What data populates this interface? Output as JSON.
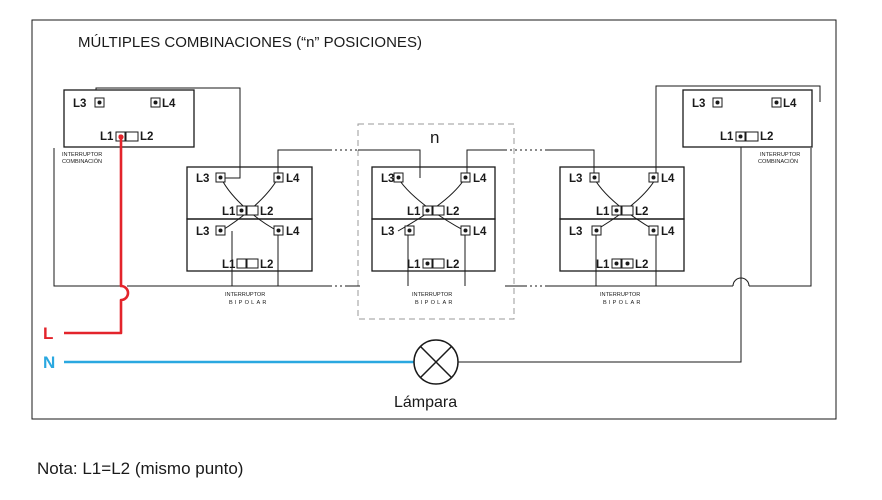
{
  "title": "MÚLTIPLES COMBINACIONES (“n” POSICIONES)",
  "n_label": "n",
  "terminals": {
    "l1": "L1",
    "l2": "L2",
    "l3": "L3",
    "l4": "L4"
  },
  "switch_combination": {
    "line1": "INTERRUPTOR",
    "line2": "COMBINACIÓN"
  },
  "switch_bipolar": {
    "line1": "INTERRUPTOR",
    "line2": "BIPOLAR"
  },
  "line_label": "L",
  "neutral_label": "N",
  "lamp_label": "Lámpara",
  "note": "Nota: L1=L2 (mismo punto)",
  "colors": {
    "line": "#e3242b",
    "neutral": "#2aa8e0",
    "wire": "#1a1a1a",
    "dashed_box": "#9a9a9a"
  }
}
